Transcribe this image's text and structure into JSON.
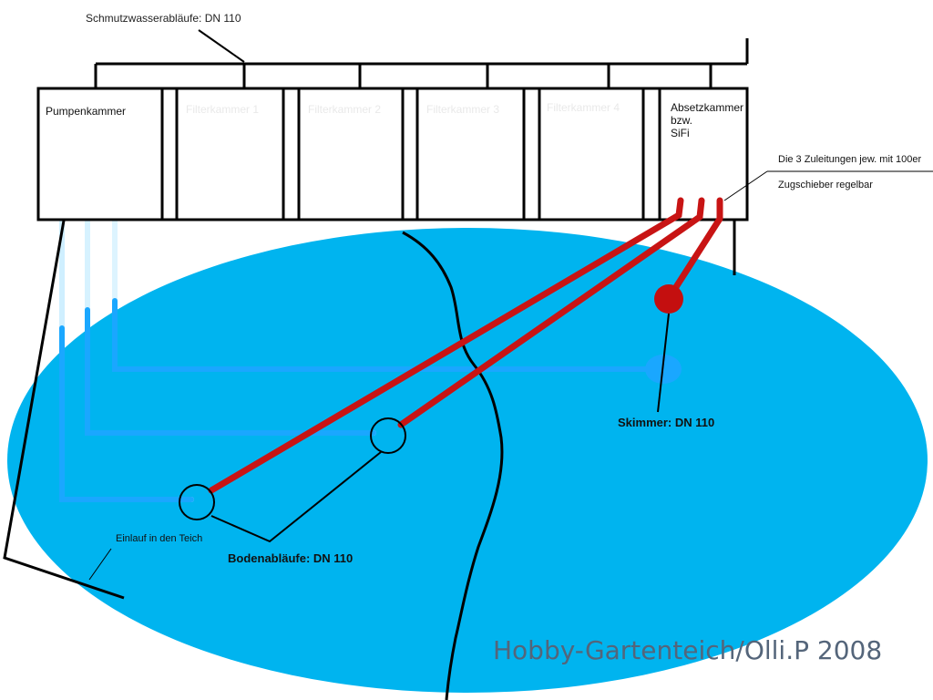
{
  "labels": {
    "dirty_water_drains": "Schmutzwasserabläufe: DN 110",
    "pump_chamber": "Pumpenkammer",
    "filter_chamber_1": "Filterkammer 1",
    "filter_chamber_2": "Filterkammer 2",
    "filter_chamber_3": "Filterkammer 3",
    "filter_chamber_4": "Filterkammer 4",
    "settling_chamber_line1": "Absetzkammer",
    "settling_chamber_line2": "bzw.",
    "settling_chamber_line3": "SiFi",
    "supply_note_line1": "Die 3 Zuleitungen jew. mit 100er",
    "supply_note_line2": "Zugschieber regelbar",
    "skimmer": "Skimmer: DN 110",
    "bottom_drains": "Bodenabläufe: DN 110",
    "inlet": "Einlauf in den Teich",
    "watermark": "Hobby-Gartenteich/Olli.P 2008"
  },
  "colors": {
    "pond": "#00b4ef",
    "return_pipe": "#1aa7ff",
    "supply_pipe": "#c81414",
    "skimmer_dot": "#c40f0f",
    "outline": "#000000"
  }
}
